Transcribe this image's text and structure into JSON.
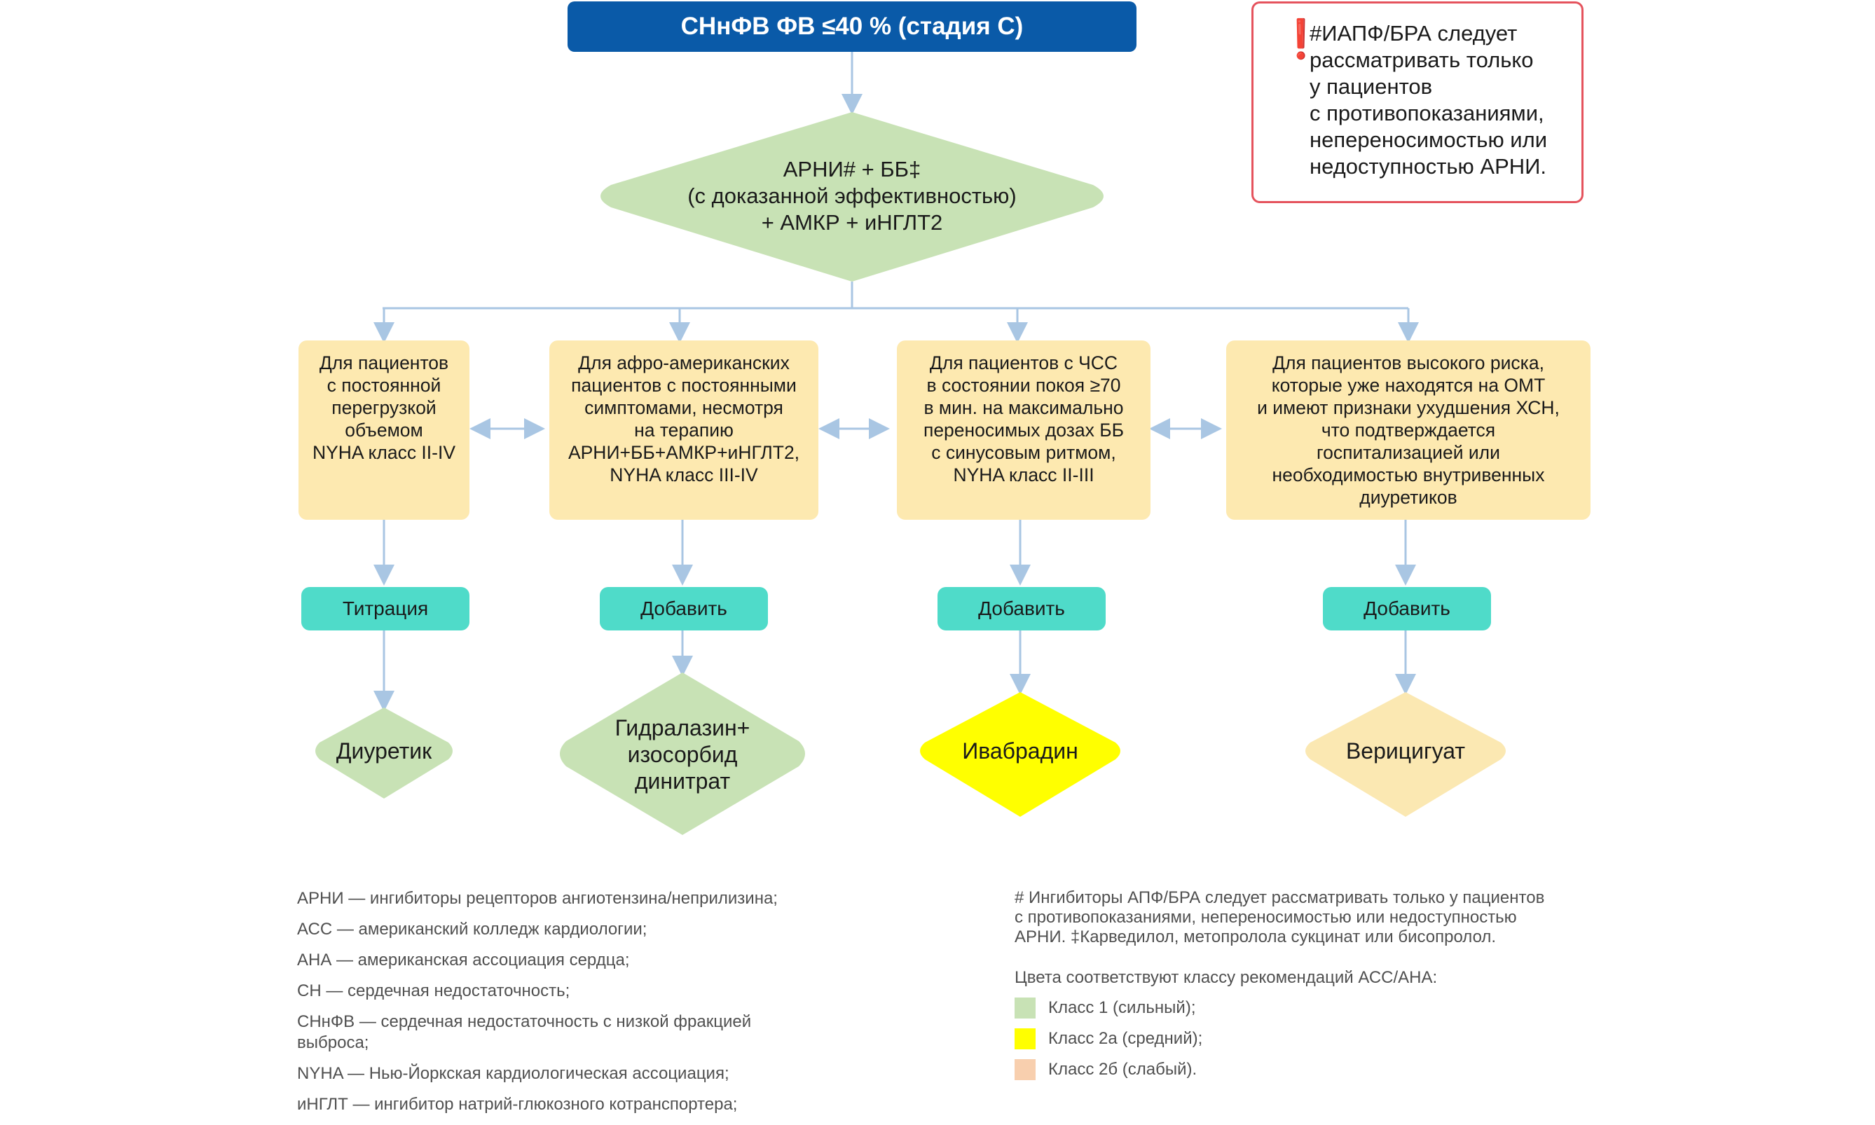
{
  "title": "СНнФВ ФВ ≤40 % (стадия С)",
  "note": {
    "icon": "exclamation-icon",
    "text": "#ИАПФ/БРА следует\nрассматривать только\nу пациентов\nс противопоказаниями,\nнепереносимостью или\nнедоступностью АРНИ."
  },
  "main_diamond": {
    "text": "АРНИ# + ББ‡\n(с доказанной эффективностью)\n+ АМКР + иНГЛТ2"
  },
  "groups": [
    {
      "box": "Для пациентов\nс постоянной\nперегрузкой\nобъемом\nNYHA класс II-IV",
      "action": "Титрация",
      "result": "Диуретик"
    },
    {
      "box": "Для афро-американских\nпациентов с постоянными\nсимптомами, несмотря\nна терапию\nАРНИ+ББ+АМКР+иНГЛТ2,\nNYHA класс III-IV",
      "action": "Добавить",
      "result": "Гидралазин+\nизосорбид\nдинитрат"
    },
    {
      "box": "Для пациентов с ЧСС\nв состоянии покоя ≥70\nв мин. на максимально\nпереносимых дозах ББ\nс синусовым ритмом,\nNYHA класс II-III",
      "action": "Добавить",
      "result": "Ивабрадин"
    },
    {
      "box": "Для пациентов высокого риска,\nкоторые уже находятся на ОМТ\nи имеют признаки ухудшения ХСН,\nчто подтверждается\nгоспитализацией или\nнеобходимостью внутривенных\nдиуретиков",
      "action": "Добавить",
      "result": "Верицигуат"
    }
  ],
  "abbreviations": [
    "АРНИ — ингибиторы рецепторов ангиотензина/неприлизина;",
    "АСС — американский колледж кардиологии;",
    "АНА — американская ассоциация сердца;",
    "СН — сердечная недостаточность;",
    "СНнФВ — сердечная недостаточность с низкой фракцией выброса;",
    "NYHA — Нью-Йоркская кардиологическая ассоциация;",
    "иНГЛТ — ингибитор натрий-глюкозного котранспортера;"
  ],
  "footnote": "# Ингибиторы АПФ/БРА следует рассматривать только у пациентов\nс противопоказаниями, непереносимостью или недоступностью\nАРНИ. ‡Карведилол, метопролола сукцинат или бисопролол.",
  "legend": {
    "title": "Цвета соответствуют классу рекомендаций АСС/АНА:",
    "items": [
      {
        "label": "Класс 1 (сильный);",
        "color": "#c8e2b5"
      },
      {
        "label": "Класс 2а (средний);",
        "color": "#ffff00"
      },
      {
        "label": "Класс 2б (слабый).",
        "color": "#f8cfae"
      }
    ]
  },
  "colors": {
    "title_bg": "#0a5aa8",
    "class1": "#c8e2b5",
    "class2a": "#ffff00",
    "class2b": "#fbe8b2",
    "box": "#fde9b0",
    "pill": "#4fdbc9",
    "connector": "#a9c6e3",
    "alert": "#e5535d"
  }
}
